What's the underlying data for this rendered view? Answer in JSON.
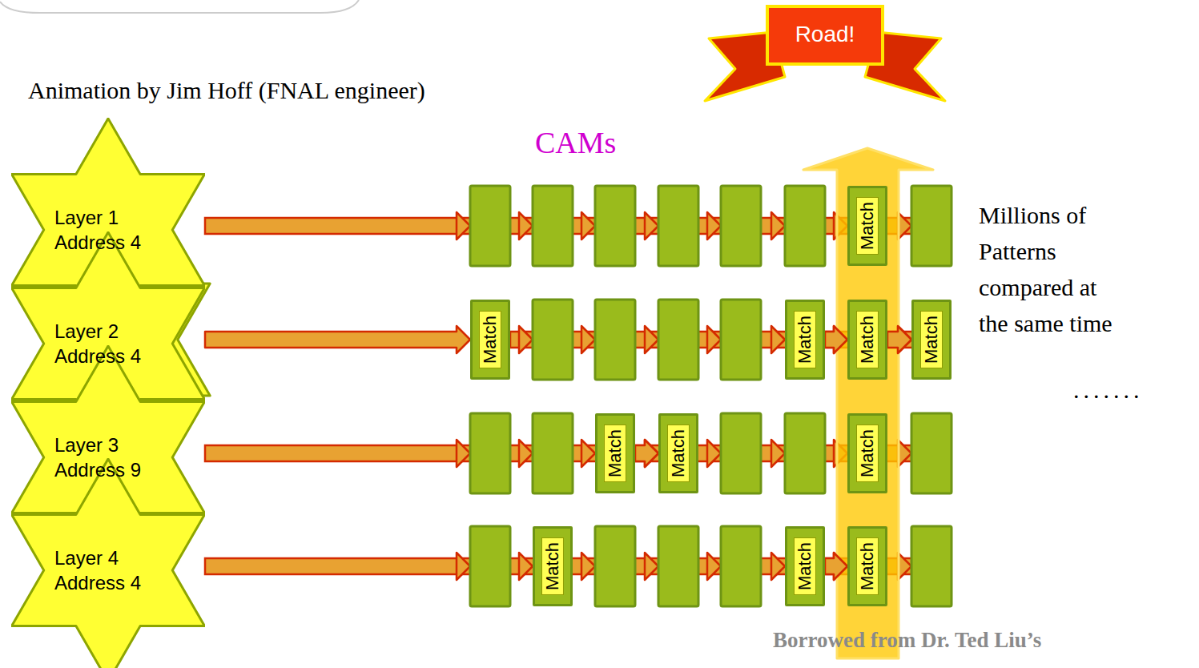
{
  "diagram": {
    "nodes": [
      {
        "text": [
          "Road!"
        ]
      },
      {
        "text": [
          "Layer 1 Address 4"
        ]
      },
      {
        "text": [
          "Match"
        ]
      },
      {
        "text": [
          "Layer 2 Address 4"
        ]
      },
      {
        "text": [
          "Match"
        ]
      },
      {
        "text": [
          "Match"
        ]
      },
      {
        "text": [
          "Match"
        ]
      },
      {
        "text": [
          "Match"
        ]
      },
      {
        "text": [
          "Layer 3 Address 9"
        ]
      },
      {
        "text": [
          "Match"
        ]
      },
      {
        "text": [
          "Match"
        ]
      },
      {
        "text": [
          "Match"
        ]
      },
      {
        "text": [
          "Layer 4 Address 4"
        ]
      },
      {
        "text": [
          "Match"
        ]
      },
      {
        "text": [
          "Match"
        ]
      },
      {
        "text": [
          "Match"
        ]
      }
    ],
    "edges": [
      {
        "from": 3,
        "to": 4,
        "arrow": "to"
      },
      {
        "from": 5,
        "to": 6,
        "arrow": "to"
      },
      {
        "from": 6,
        "to": 7,
        "arrow": "to"
      },
      {
        "from": 9,
        "to": 10,
        "arrow": "to"
      },
      {
        "from": 14,
        "to": 15,
        "arrow": "to"
      }
    ],
    "labels": [
      "Animation by Jim Hoff (FNAL engineer)",
      "CAMs",
      "Millions of Patterns compared at the same time",
      ".......",
      "Borrowed from Dr. Ted Liu’s"
    ]
  }
}
